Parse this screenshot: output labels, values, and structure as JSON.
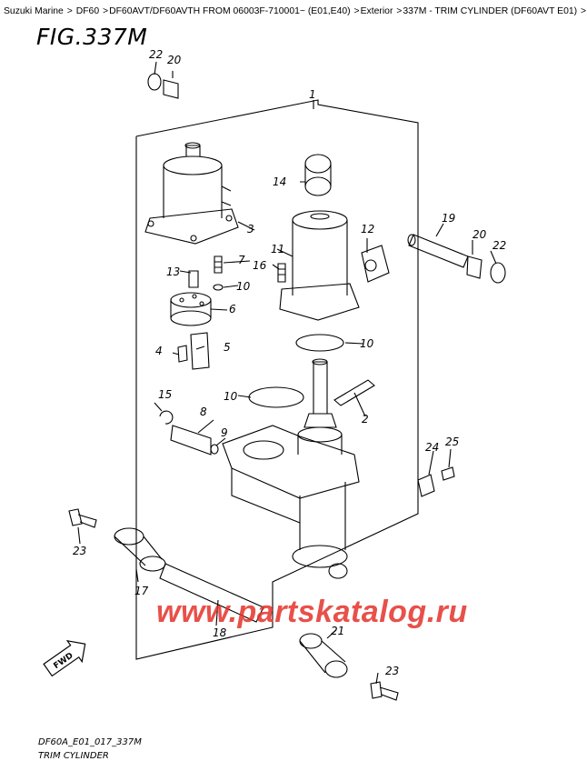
{
  "breadcrumb": [
    "Suzuki Marine",
    "DF60",
    "DF60AVT/DF60AVTH FROM 06003F-710001~ (E01,E40)",
    "Exterior",
    "337M - TRIM CYLINDER (DF60AVT E01)",
    ""
  ],
  "figure_title": "FIG.337M",
  "footer": {
    "code": "DF60A_E01_017_337M",
    "name": "TRIM CYLINDER"
  },
  "watermark": "www.partskatalog.ru",
  "fwd_label": "FWD",
  "callouts": {
    "c1": "1",
    "c2": "2",
    "c3": "3",
    "c4": "4",
    "c5": "5",
    "c6": "6",
    "c7": "7",
    "c8": "8",
    "c9": "9",
    "c10a": "10",
    "c10b": "10",
    "c10c": "10",
    "c11": "11",
    "c12": "12",
    "c13": "13",
    "c14": "14",
    "c15": "15",
    "c16": "16",
    "c17": "17",
    "c18": "18",
    "c19": "19",
    "c20a": "20",
    "c20b": "20",
    "c21": "21",
    "c22a": "22",
    "c22b": "22",
    "c23a": "23",
    "c23b": "23",
    "c24": "24",
    "c25": "25"
  }
}
